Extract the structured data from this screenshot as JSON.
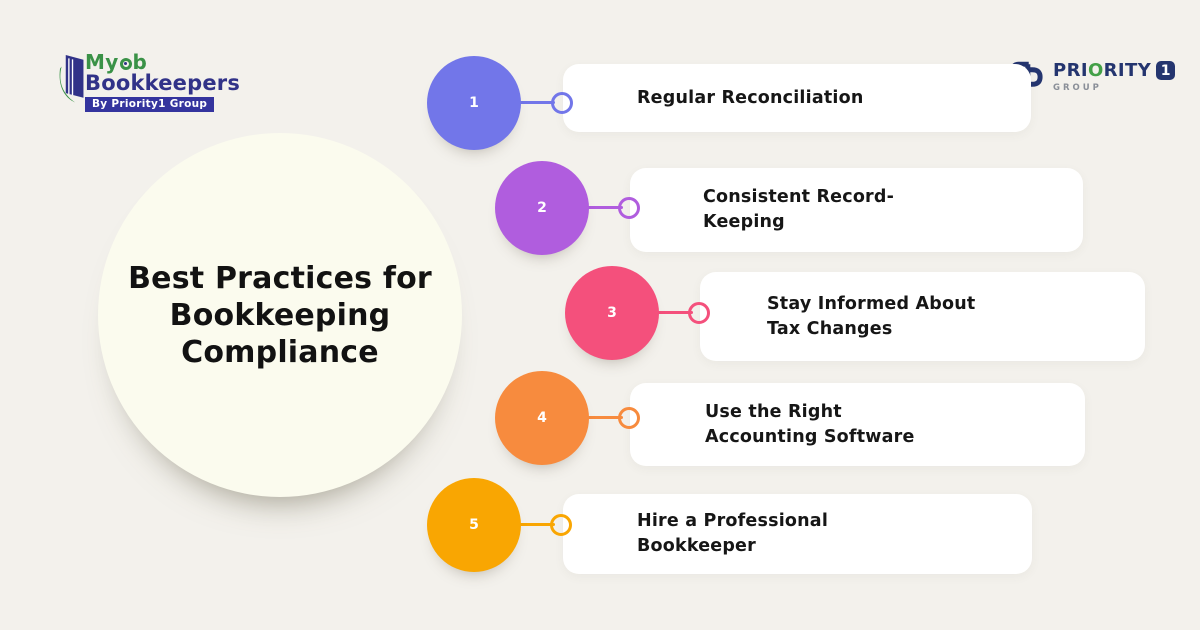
{
  "page": {
    "background": "#F3F1EC",
    "card_background": "#FFFFFF",
    "text_dark": "#161616"
  },
  "brand_left": {
    "word_top_pre": "My",
    "word_top_post": "b",
    "word_bottom": "Bookkeepers",
    "badge_text": "By Priority1 Group",
    "colors": {
      "green": "#3A9247",
      "navy": "#313288",
      "badge_bg": "#34349E",
      "badge_text": "#FFFFFF"
    }
  },
  "brand_right": {
    "word_pre": "PRI",
    "word_o": "O",
    "word_post": "RITY",
    "number": "1",
    "number_text_color": "#FFFFFF",
    "subtitle": "GROUP",
    "colors": {
      "navy": "#24356F",
      "green": "#43A047",
      "gray": "#8A8F98",
      "black": "#1F1F1F"
    }
  },
  "title_circle": {
    "bg": "#FBFBEE",
    "text_color": "#121212",
    "lines": [
      "Best Practices for",
      "Bookkeeping",
      "Compliance"
    ]
  },
  "steps": [
    {
      "number": "1",
      "color": "#7276E9",
      "label": "Regular Reconciliation",
      "lines": [
        "Regular Reconciliation"
      ]
    },
    {
      "number": "2",
      "color": "#B05DDE",
      "label": "Consistent Record-Keeping",
      "lines": [
        "Consistent Record-",
        "Keeping"
      ]
    },
    {
      "number": "3",
      "color": "#F4507C",
      "label": "Stay Informed About Tax Changes",
      "lines": [
        "Stay Informed About",
        "Tax Changes"
      ]
    },
    {
      "number": "4",
      "color": "#F78B3E",
      "label": "Use the Right Accounting Software",
      "lines": [
        "Use the Right",
        "Accounting Software"
      ]
    },
    {
      "number": "5",
      "color": "#F9A602",
      "label": "Hire a Professional Bookkeeper",
      "lines": [
        "Hire a Professional",
        "Bookkeeper"
      ]
    }
  ]
}
